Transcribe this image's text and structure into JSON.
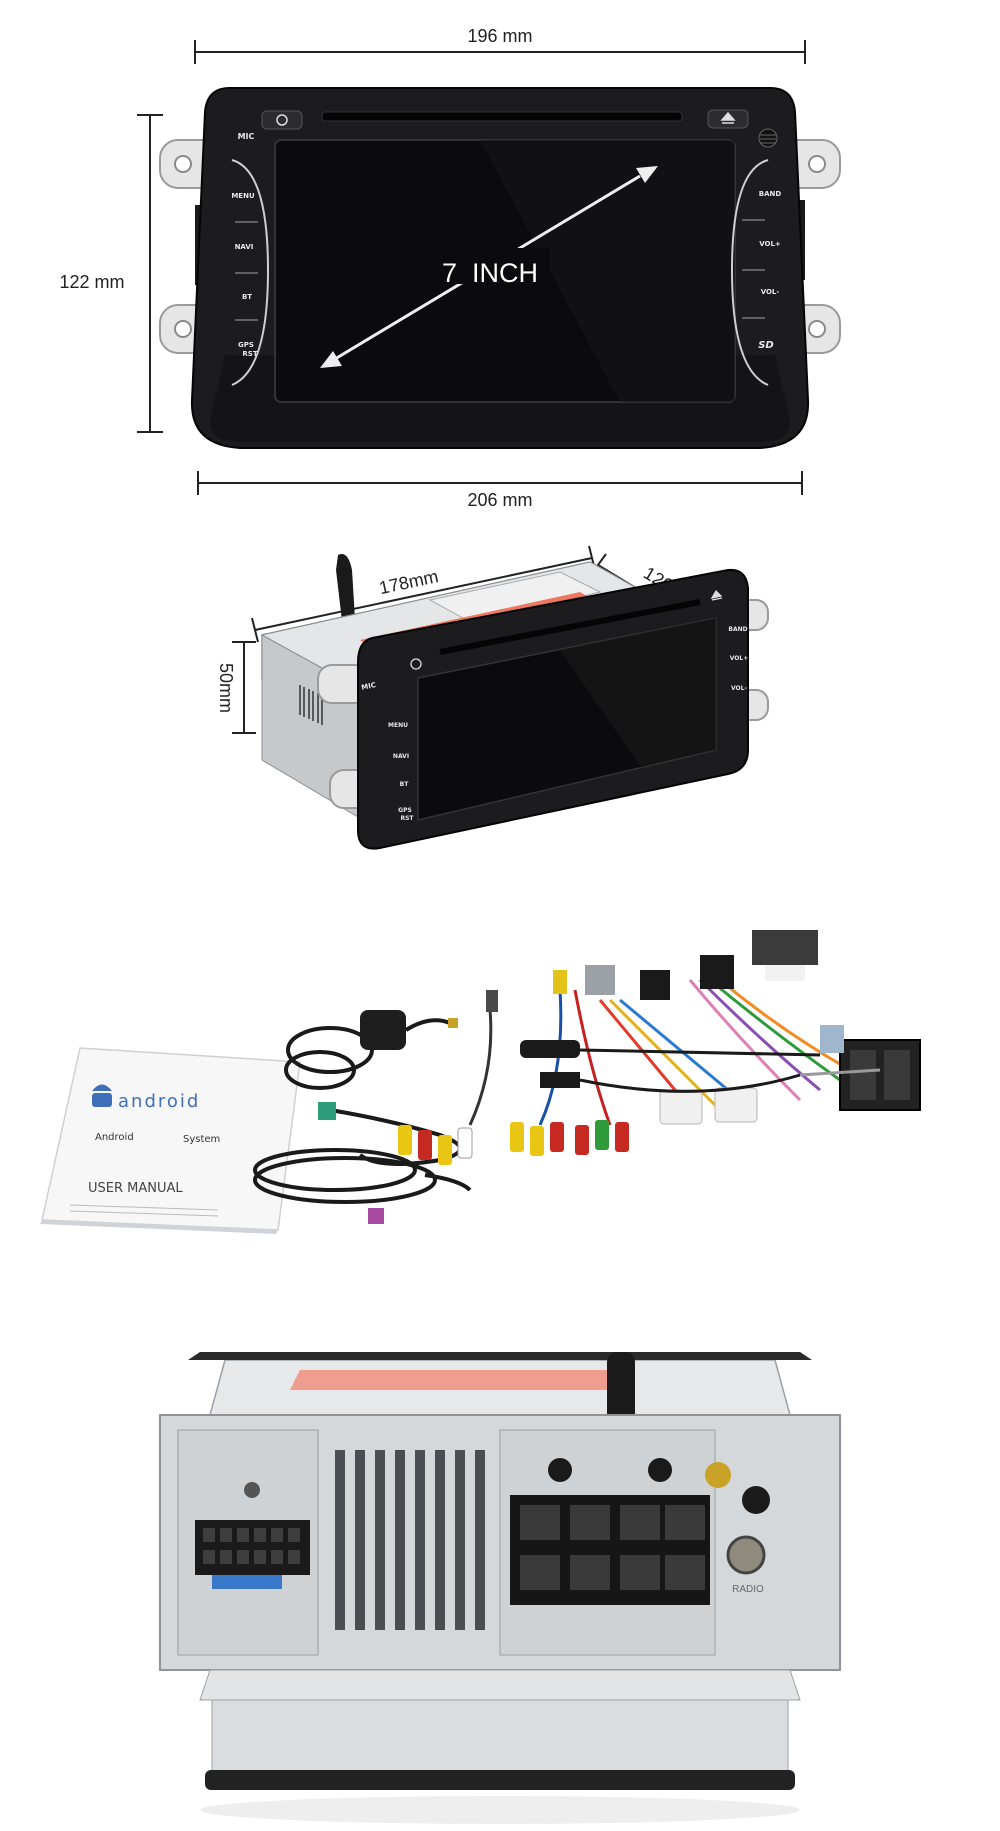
{
  "front_view": {
    "width_top": "196 mm",
    "width_bottom": "206 mm",
    "height": "122 mm",
    "screen_size": "7  INCH",
    "buttons": {
      "mic": "MIC",
      "menu": "MENU",
      "navi": "NAVI",
      "bt": "BT",
      "gps": "GPS",
      "rst": "RST",
      "band": "BAND",
      "vol_up": "VOL+",
      "vol_down": "VOL-",
      "sd": "SD"
    }
  },
  "side_view": {
    "length": "178mm",
    "depth": "126mm",
    "height": "50mm",
    "buttons": {
      "mic": "MIC",
      "menu": "MENU",
      "navi": "NAVI",
      "bt": "BT",
      "gps": "GPS",
      "rst": "RST",
      "band": "BAND",
      "vol_up": "VOL+",
      "vol_down": "VOL-"
    }
  },
  "accessories": {
    "manual_brand": "android",
    "manual_subtitle_left": "Android",
    "manual_subtitle_right": "System",
    "manual_title": "USER MANUAL"
  },
  "rear_view": {
    "radio_label": "RADIO"
  }
}
